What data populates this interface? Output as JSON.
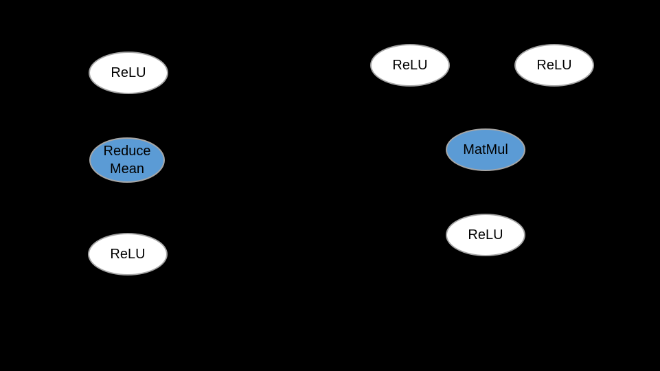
{
  "diagram": {
    "description": "Operator graph with two unconnected subgraphs of ellipse nodes on a black background; no visible edges",
    "background": "#000000",
    "colors": {
      "background": "#000000",
      "node_white_fill": "#ffffff",
      "node_blue_fill": "#5b9bd5",
      "node_border": "#a6a6a6",
      "label_text": "#000000"
    },
    "nodes": [
      {
        "id": "relu-top-left",
        "label": "ReLU",
        "variant": "white",
        "group": "left-subgraph"
      },
      {
        "id": "reduce-mean",
        "label": "Reduce\nMean",
        "variant": "blue",
        "group": "left-subgraph"
      },
      {
        "id": "relu-bottom-left",
        "label": "ReLU",
        "variant": "white",
        "group": "left-subgraph"
      },
      {
        "id": "relu-top-middle",
        "label": "ReLU",
        "variant": "white",
        "group": "right-subgraph"
      },
      {
        "id": "relu-top-right",
        "label": "ReLU",
        "variant": "white",
        "group": "right-subgraph"
      },
      {
        "id": "matmul",
        "label": "MatMul",
        "variant": "blue",
        "group": "right-subgraph"
      },
      {
        "id": "relu-bottom-right",
        "label": "ReLU",
        "variant": "white",
        "group": "right-subgraph"
      }
    ]
  }
}
